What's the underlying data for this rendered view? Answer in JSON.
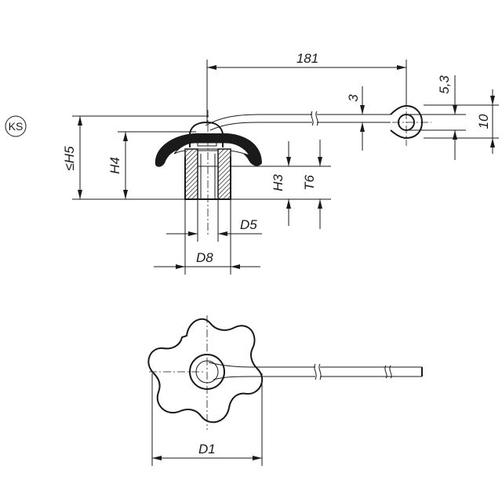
{
  "badge": {
    "text": "KS"
  },
  "dimensions": {
    "length": "181",
    "lug_thickness": "3",
    "hole_diameter": "5,3",
    "lug_width": "10",
    "overall_height": "≤H5",
    "knob_height": "H4",
    "insert_height": "H3",
    "thread_depth": "T6",
    "bore_diameter": "D5",
    "hub_diameter": "D8",
    "knob_diameter": "D1"
  }
}
